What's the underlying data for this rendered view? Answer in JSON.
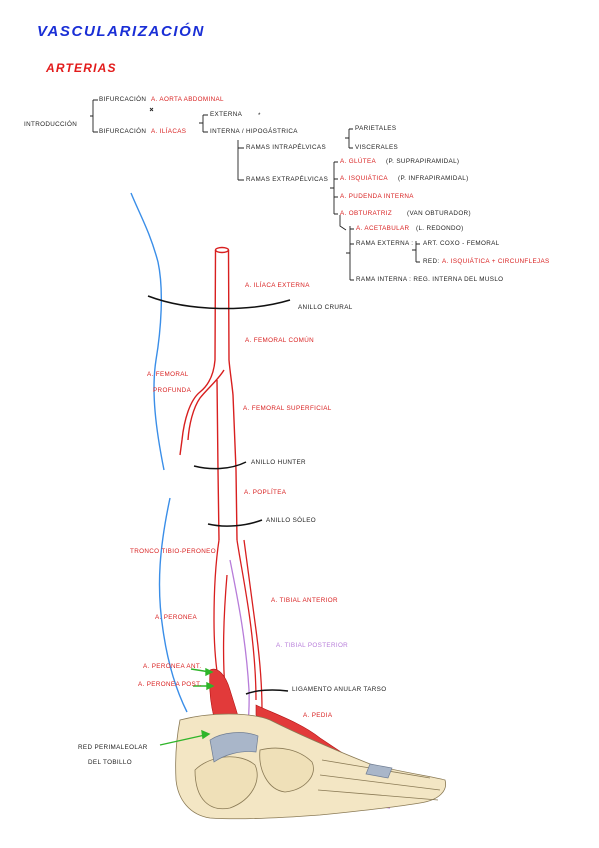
{
  "title": "VASCULARIZACIÓN",
  "subtitle": "ARTERIAS",
  "intro": {
    "root": "INTRODUCCIÓN",
    "bif1_label": "BIFURCACIÓN",
    "bif1_value": "A. AORTA ABDOMINAL",
    "bif2_label": "BIFURCACIÓN",
    "bif2_value": "A. ILÍACAS",
    "externa": "EXTERNA",
    "externa_mark": "*",
    "interna": "INTERNA / HIPOGÁSTRICA",
    "parietales": "PARIETALES",
    "viscerales": "VISCERALES",
    "intrapelvicas": "RAMAS INTRAPÉLVICAS",
    "extrapelvicas": "RAMAS EXTRAPÉLVICAS",
    "extra_items": [
      {
        "name": "A. GLÚTEA",
        "note": "(P. SUPRAPIRAMIDAL)"
      },
      {
        "name": "A. ISQUIÁTICA",
        "note": "(P. INFRAPIRAMIDAL)"
      },
      {
        "name": "A. PUDENDA INTERNA",
        "note": ""
      },
      {
        "name": "A. OBTURATRIZ",
        "note": "(VAN OBTURADOR)"
      }
    ],
    "obt_acetabular": "A. ACETABULAR",
    "obt_acetabular_note": "(L. REDONDO)",
    "obt_rama_externa": "RAMA EXTERNA :",
    "obt_art_coxo": "ART. COXO - FEMORAL",
    "obt_red_label": "RED:",
    "obt_red_value": "A. ISQUIÁTICA + CIRCUNFLEJAS",
    "obt_rama_interna": "RAMA INTERNA : REG. INTERNA DEL MUSLO"
  },
  "labels": {
    "iliaca_externa": "A. ILÍACA EXTERNA",
    "anillo_crural": "ANILLO CRURAL",
    "femoral_comun": "A. FEMORAL COMÚN",
    "femoral_profunda_1": "A. FEMORAL",
    "femoral_profunda_2": "PROFUNDA",
    "femoral_superficial": "A. FEMORAL SUPERFICIAL",
    "anillo_hunter": "ANILLO HUNTER",
    "poplitea": "A. POPLÍTEA",
    "anillo_soleo": "ANILLO SÓLEO",
    "tronco_tibio": "TRONCO TIBIO-PERONEO",
    "tibial_anterior": "A. TIBIAL ANTERIOR",
    "peronea": "A. PERONEA",
    "tibial_posterior": "A. TIBIAL POSTERIOR",
    "peronea_ant": "A. PERONEA ANT.",
    "peronea_post": "A. PERONEA POST.",
    "ligamento": "LIGAMENTO ANULAR TARSO",
    "pedia": "A. PEDIA",
    "red_1": "RED PERIMALEOLAR",
    "red_2": "DEL TOBILLO"
  },
  "colors": {
    "title": "#1a2fd6",
    "artery": "#d81f1f",
    "artery_fill": "#e23a3a",
    "posterior_tibial": "#b77cd9",
    "outline_blue": "#3a8ee8",
    "pointer_green": "#2fb52a",
    "text": "#222222",
    "bone": "#f3e6c4",
    "ligament": "#a9b6c9"
  }
}
